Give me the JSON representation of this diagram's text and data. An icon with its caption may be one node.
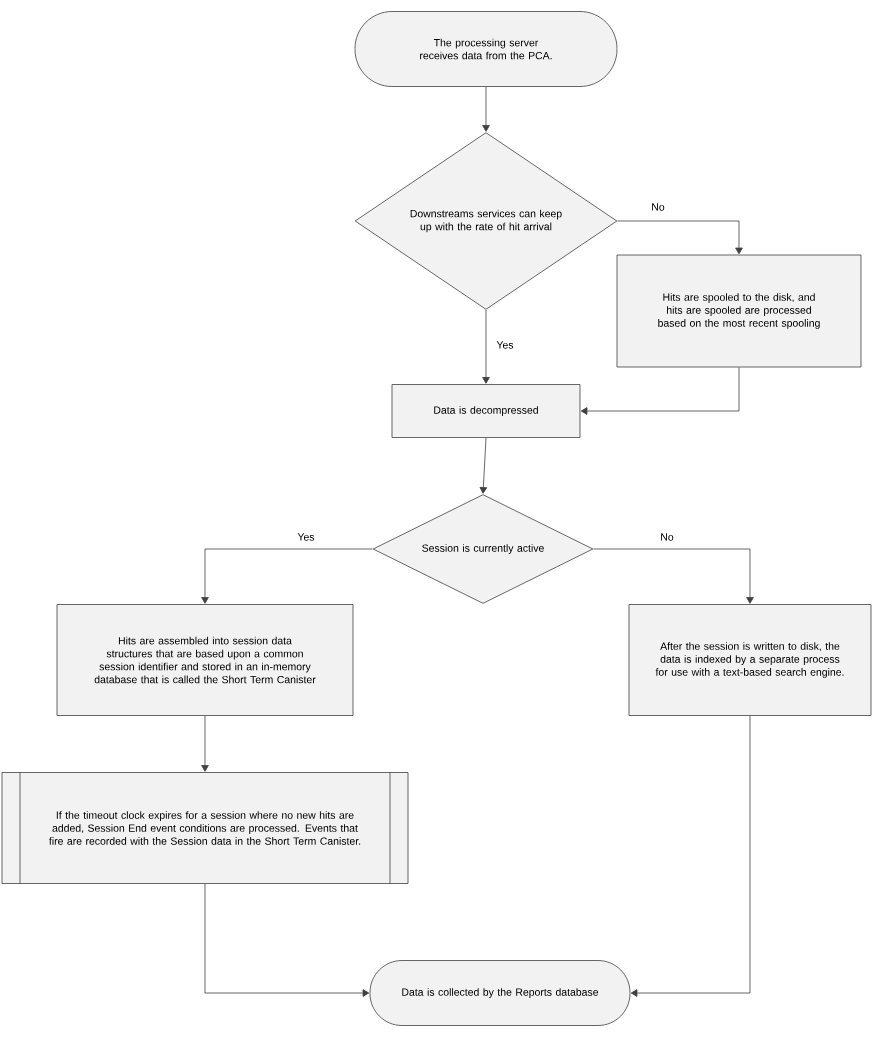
{
  "diagram": {
    "nodes": [
      {
        "text": [
          "The processing server receives data from the PCA."
        ]
      },
      {
        "text": [
          "Downstreams services can keep up with the rate of hit arrival"
        ]
      },
      {
        "text": [
          "Hits are spooled to the disk, and hits are spooled are processed based on the most recent spooling"
        ]
      },
      {
        "text": [
          "Data is decompressed"
        ]
      },
      {
        "text": [
          "Session is currently active"
        ]
      },
      {
        "text": [
          "Hits are assembled into session data structures that are based upon a common session identifier and stored in an in-memory database that is called the Short Term Canister"
        ]
      },
      {
        "text": [
          "After the session is written to disk, the data is indexed by a separate process for use with a text-based search engine."
        ]
      },
      {
        "text": [
          "If the timeout clock expires for a session where no new hits are added, Session End event conditions are processed. Events that fire are recorded with the Session data in the Short Term Canister."
        ]
      },
      {
        "text": [
          "Data is collected by the Reports database"
        ]
      }
    ],
    "edges": [
      {
        "from": 0,
        "to": 1,
        "arrow": "to"
      },
      {
        "from": 1,
        "to": 2,
        "arrow": "to",
        "label": "No"
      },
      {
        "from": 1,
        "to": 3,
        "arrow": "to",
        "label": "Yes"
      },
      {
        "from": 2,
        "to": 3,
        "arrow": "to"
      },
      {
        "from": 3,
        "to": 4,
        "arrow": "to"
      },
      {
        "from": 4,
        "to": 5,
        "arrow": "to",
        "label": "Yes"
      },
      {
        "from": 4,
        "to": 6,
        "arrow": "to",
        "label": "No"
      },
      {
        "from": 5,
        "to": 7,
        "arrow": "to"
      },
      {
        "from": 7,
        "to": 8,
        "arrow": "to"
      },
      {
        "from": 6,
        "to": 8,
        "arrow": "to"
      }
    ]
  }
}
